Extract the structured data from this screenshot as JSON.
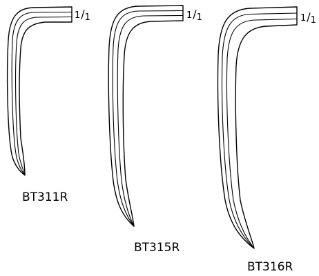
{
  "items": [
    {
      "code": "BT311R",
      "ratio_num": "1",
      "ratio_den": "1"
    },
    {
      "code": "BT315R",
      "ratio_num": "1",
      "ratio_den": "1"
    },
    {
      "code": "BT316R",
      "ratio_num": "1",
      "ratio_den": "1"
    }
  ]
}
